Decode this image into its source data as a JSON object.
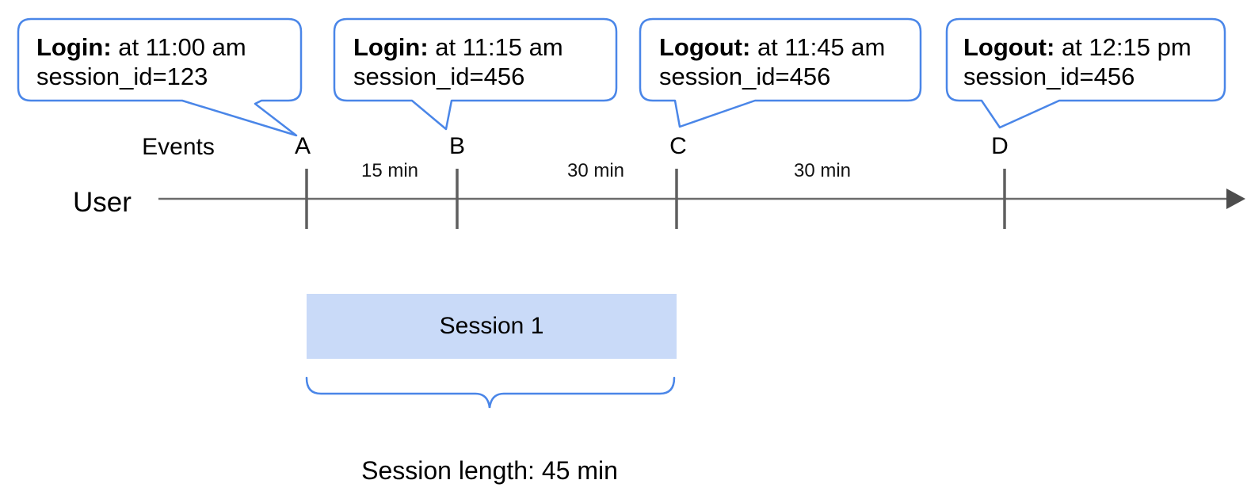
{
  "callouts": [
    {
      "event": "A",
      "label": "Login:",
      "detail": " at 11:00 am",
      "session": "session_id=123"
    },
    {
      "event": "B",
      "label": "Login:",
      "detail": " at 11:15 am",
      "session": "session_id=456"
    },
    {
      "event": "C",
      "label": "Logout:",
      "detail": " at 11:45 am",
      "session": "session_id=456"
    },
    {
      "event": "D",
      "label": "Logout:",
      "detail": " at 12:15 pm",
      "session": "session_id=456"
    }
  ],
  "timeline": {
    "axis_label": "User",
    "events_label": "Events",
    "event_markers": [
      "A",
      "B",
      "C",
      "D"
    ],
    "intervals": [
      "15 min",
      "30 min",
      "30 min"
    ]
  },
  "session": {
    "label": "Session 1",
    "length_label": "Session length: 45 min"
  },
  "colors": {
    "accent_blue": "#4a86e8",
    "session_fill": "#c9daf8",
    "line_gray": "#666666",
    "arrow_gray": "#4d4d4d",
    "text": "#000000"
  }
}
